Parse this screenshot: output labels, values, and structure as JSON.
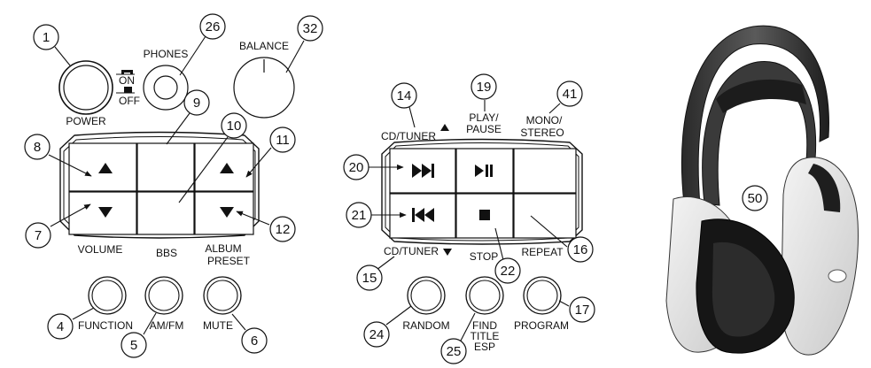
{
  "left_panel": {
    "power_label": "POWER",
    "on_label": "ON",
    "off_label": "OFF",
    "phones_label": "PHONES",
    "balance_label": "BALANCE",
    "volume_label": "VOLUME",
    "bbs_label": "BBS",
    "album_label": "ALBUM",
    "preset_label": "PRESET",
    "function_label": "FUNCTION",
    "amfm_label": "AM/FM",
    "mute_label": "MUTE"
  },
  "middle_panel": {
    "cdtuner_up_label": "CD/TUNER",
    "play_label": "PLAY/",
    "pause_label": "PAUSE",
    "mono_label": "MONO/",
    "stereo_label": "STEREO",
    "cdtuner_down_label": "CD/TUNER",
    "stop_label": "STOP",
    "repeat_label": "REPEAT",
    "random_label": "RANDOM",
    "find_label": "FIND",
    "title_label": "TITLE",
    "esp_label": "ESP",
    "program_label": "PROGRAM"
  },
  "callouts": {
    "c1": "1",
    "c26": "26",
    "c32": "32",
    "c9": "9",
    "c10": "10",
    "c11": "11",
    "c8": "8",
    "c7": "7",
    "c12": "12",
    "c4": "4",
    "c5": "5",
    "c6": "6",
    "c14": "14",
    "c19": "19",
    "c41": "41",
    "c20": "20",
    "c21": "21",
    "c16": "16",
    "c22": "22",
    "c15": "15",
    "c24": "24",
    "c25": "25",
    "c17": "17",
    "c50": "50"
  }
}
